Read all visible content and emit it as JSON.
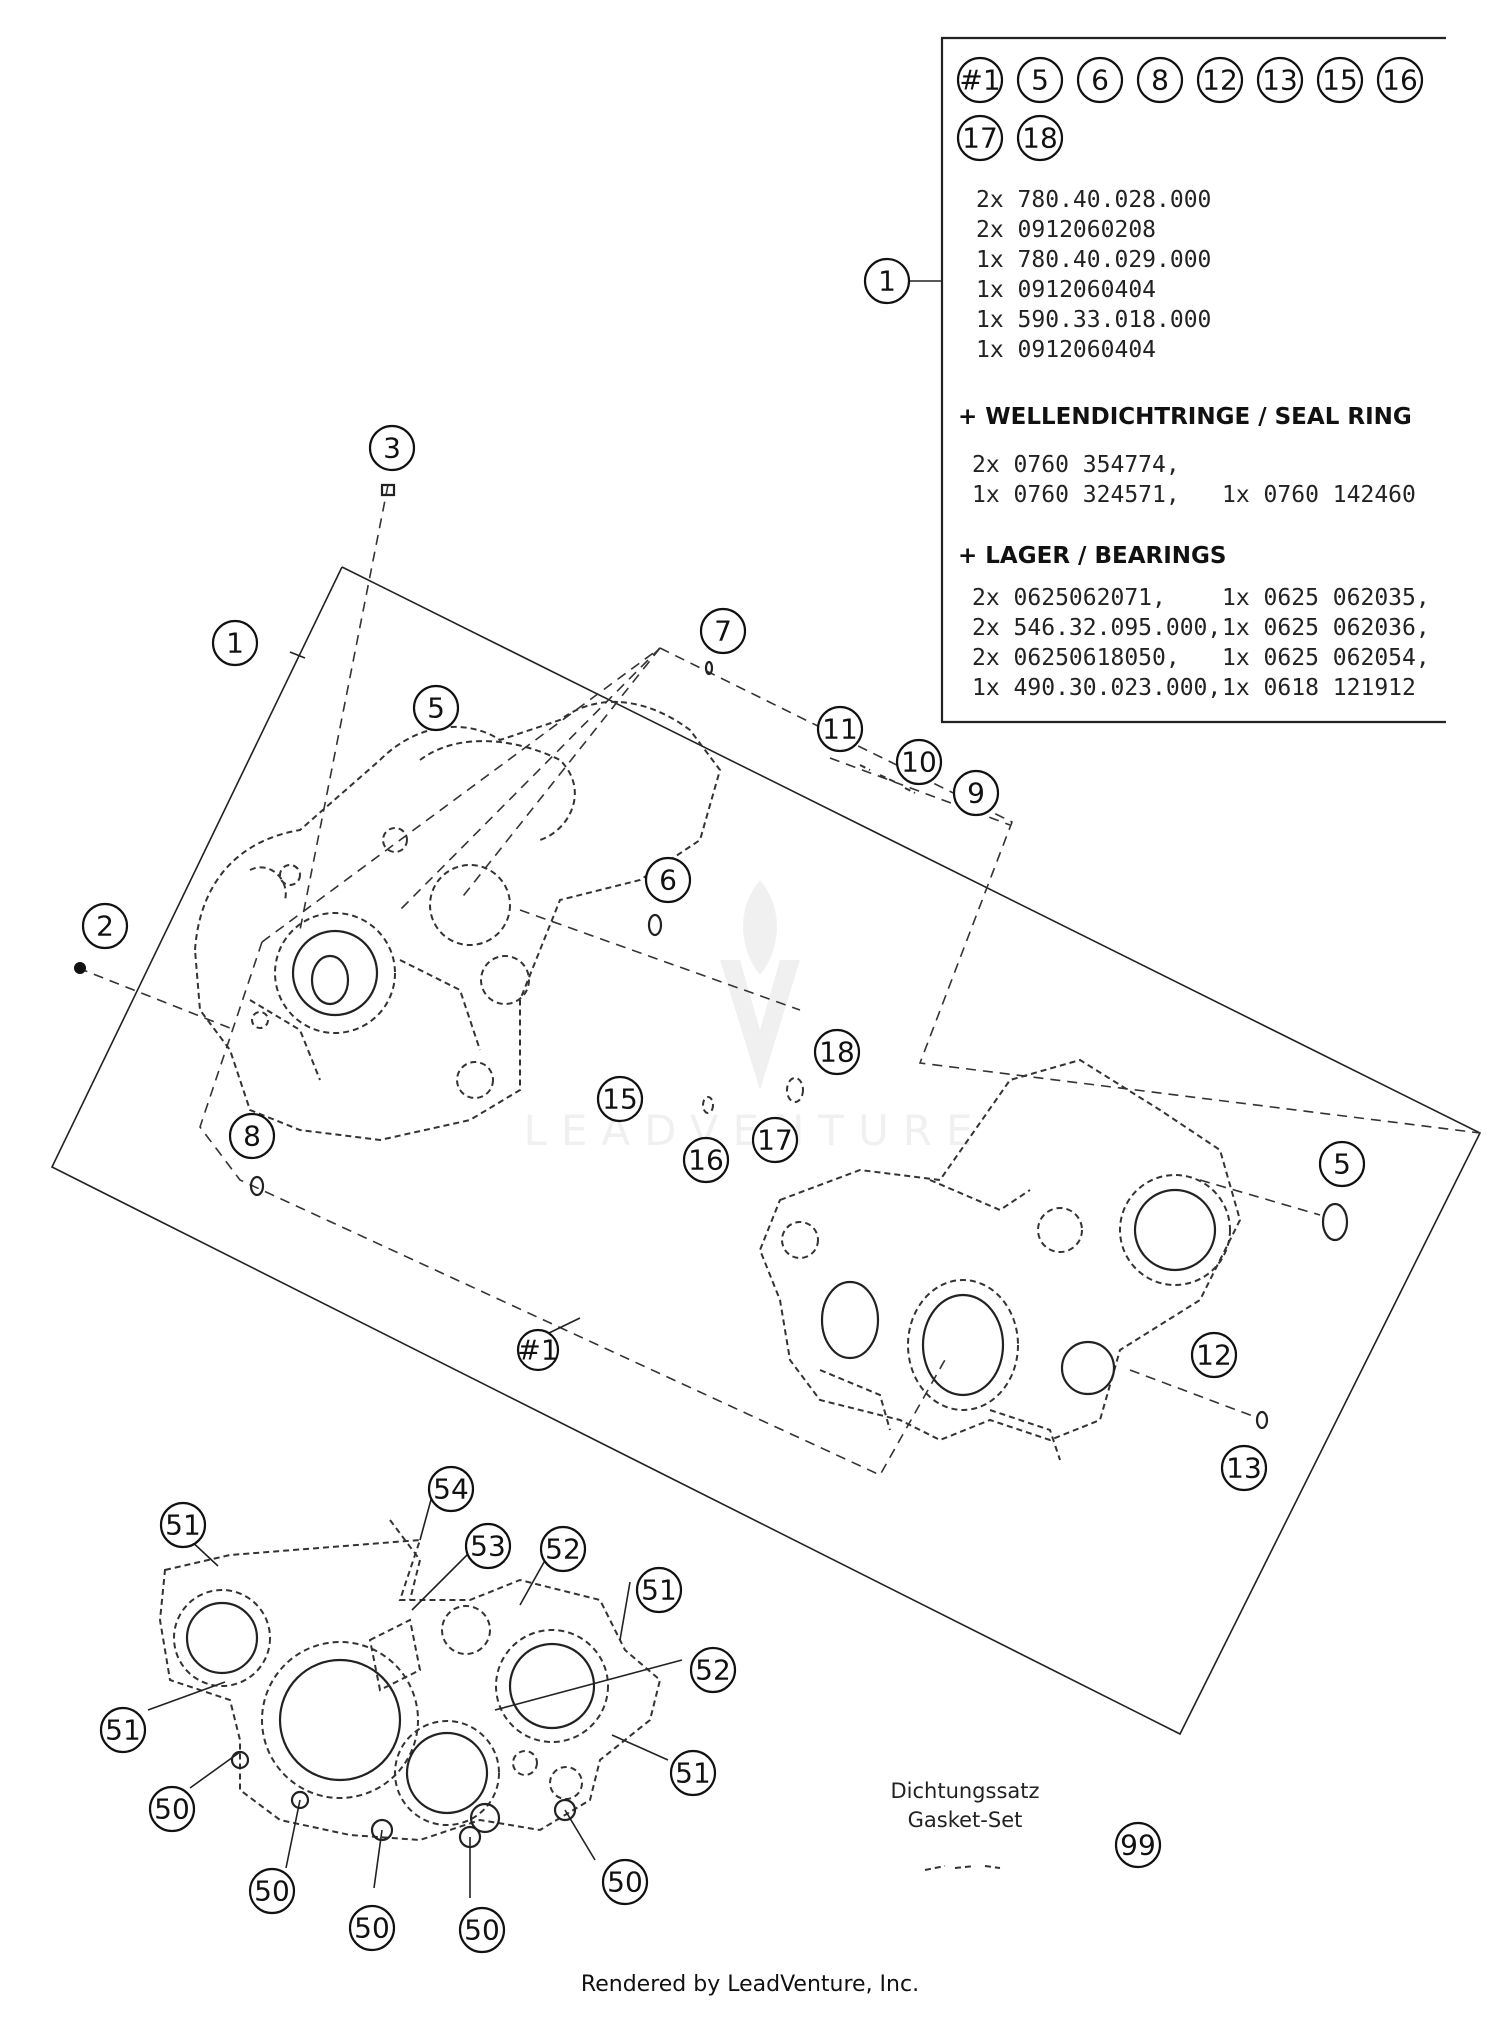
{
  "kit_box": {
    "symbols": [
      "#1",
      "5",
      "6",
      "8",
      "12",
      "13",
      "15",
      "16",
      "17",
      "18"
    ],
    "parts": [
      "2x 780.40.028.000",
      "2x 0912060208",
      "1x 780.40.029.000",
      "1x 0912060404",
      "1x 590.33.018.000",
      "1x 0912060404"
    ],
    "seal_heading": "+ WELLENDICHTRINGE /  SEAL RING",
    "seal_rows": [
      [
        "2x 0760 354774,",
        ""
      ],
      [
        "1x 0760 324571,",
        "1x 0760 142460"
      ]
    ],
    "bearing_heading": "+ LAGER / BEARINGS",
    "bearing_rows": [
      [
        "2x 0625062071,",
        "1x 0625 062035,"
      ],
      [
        "2x 546.32.095.000,",
        "1x 0625 062036,"
      ],
      [
        "2x 06250618050,",
        "1x 0625 062054,"
      ],
      [
        "1x 490.30.023.000,",
        "1x 0618 121912"
      ]
    ]
  },
  "callouts": {
    "box1": "1",
    "c1": "1",
    "c2": "2",
    "c3": "3",
    "c5a": "5",
    "c5b": "5",
    "c6": "6",
    "c7": "7",
    "c8": "8",
    "c9": "9",
    "c10": "10",
    "c11": "11",
    "c12": "12",
    "c13": "13",
    "c15": "15",
    "c16": "16",
    "c17": "17",
    "c18": "18",
    "chash1": "#1",
    "c50a": "50",
    "c50b": "50",
    "c50c": "50",
    "c50d": "50",
    "c50e": "50",
    "c51a": "51",
    "c51b": "51",
    "c51c": "51",
    "c51d": "51",
    "c52a": "52",
    "c52b": "52",
    "c53": "53",
    "c54": "54",
    "c99": "99"
  },
  "gasket_label": [
    "Dichtungssatz",
    "Gasket-Set"
  ],
  "watermark": "LEADVENTURE",
  "footer": "Rendered by LeadVenture, Inc."
}
